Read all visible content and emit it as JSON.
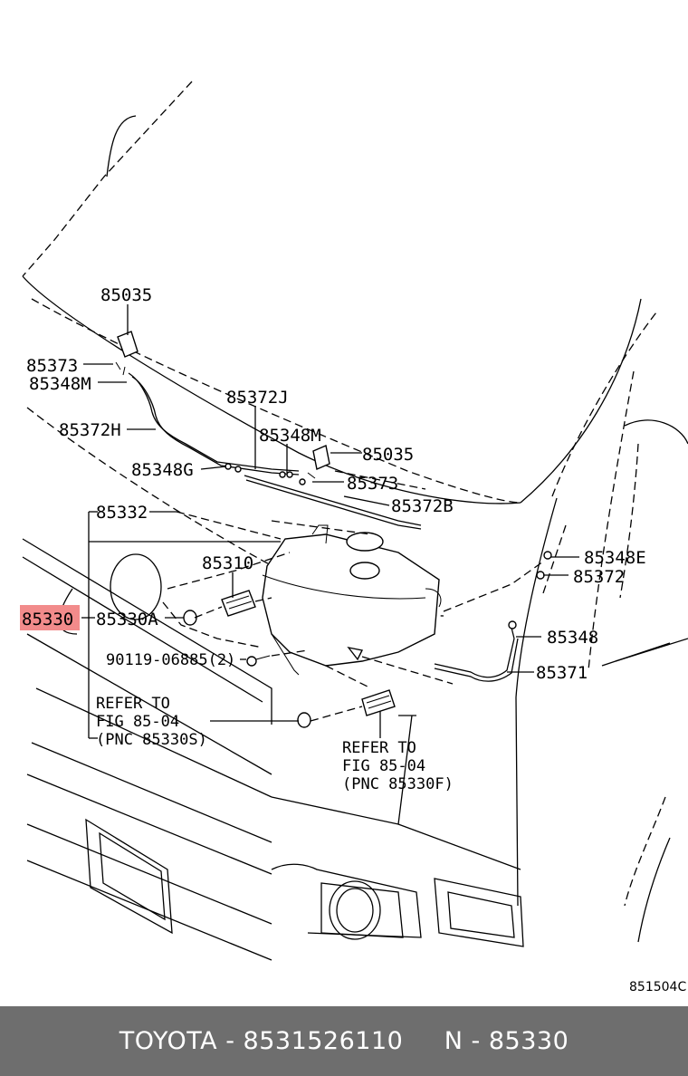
{
  "diagram": {
    "code": "851504C",
    "highlighted_part": "85330",
    "highlight_color": "#f28b8b",
    "labels": {
      "p85035_a": "85035",
      "p85373_a": "85373",
      "p85348M_a": "85348M",
      "p85372H": "85372H",
      "p85372J": "85372J",
      "p85348M_b": "85348M",
      "p85035_b": "85035",
      "p85348G": "85348G",
      "p85373_b": "85373",
      "p85372B": "85372B",
      "p85332": "85332",
      "p85348E": "85348E",
      "p85310": "85310",
      "p85372": "85372",
      "p85330": "85330",
      "p85330A": "85330A",
      "p85348": "85348",
      "p90119": "90119-06885(2)",
      "p85371": "85371",
      "refer_left_1": "REFER TO",
      "refer_left_2": "FIG 85-04",
      "refer_left_3": "(PNC 85330S)",
      "refer_right_1": "REFER TO",
      "refer_right_2": "FIG 85-04",
      "refer_right_3": "(PNC 85330F)"
    }
  },
  "footer": {
    "brand": "TOYOTA",
    "part_number": "8531526110",
    "pnc_prefix": "N",
    "pnc": "85330",
    "sep": " - "
  }
}
